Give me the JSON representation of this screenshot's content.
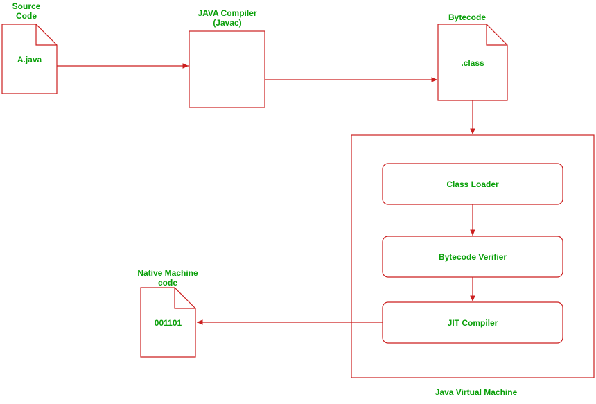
{
  "colors": {
    "stroke": "#cc1f1f",
    "text": "#0aa00a",
    "background": "#ffffff"
  },
  "source": {
    "title_line1": "Source",
    "title_line2": "Code",
    "file": "A.java"
  },
  "compiler": {
    "title_line1": "JAVA Compiler",
    "title_line2": "(Javac)"
  },
  "bytecode": {
    "title": "Bytecode",
    "file": ".class"
  },
  "jvm": {
    "title": "Java Virtual Machine",
    "stages": [
      "Class Loader",
      "Bytecode Verifier",
      "JIT Compiler"
    ]
  },
  "native": {
    "title_line1": "Native Machine",
    "title_line2": "code",
    "value": "001101"
  }
}
